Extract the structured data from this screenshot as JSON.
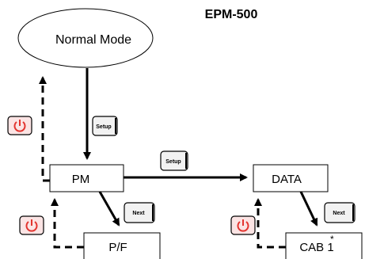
{
  "title": "EPM-500",
  "nodes": {
    "normal_mode": "Normal Mode",
    "pm": "PM",
    "data": "DATA",
    "pf": "P/F",
    "cab1": "CAB 1",
    "cab1_mark": "*"
  },
  "buttons": {
    "setup_1": "Setup",
    "setup_2": "Setup",
    "next_1": "Next",
    "next_2": "Next"
  },
  "icons": {
    "power": "power-icon"
  },
  "colors": {
    "power_icon": "#e3342f",
    "power_fill": "#fbe4e4",
    "button_fill": "#f2f2f2",
    "line": "#000000"
  }
}
